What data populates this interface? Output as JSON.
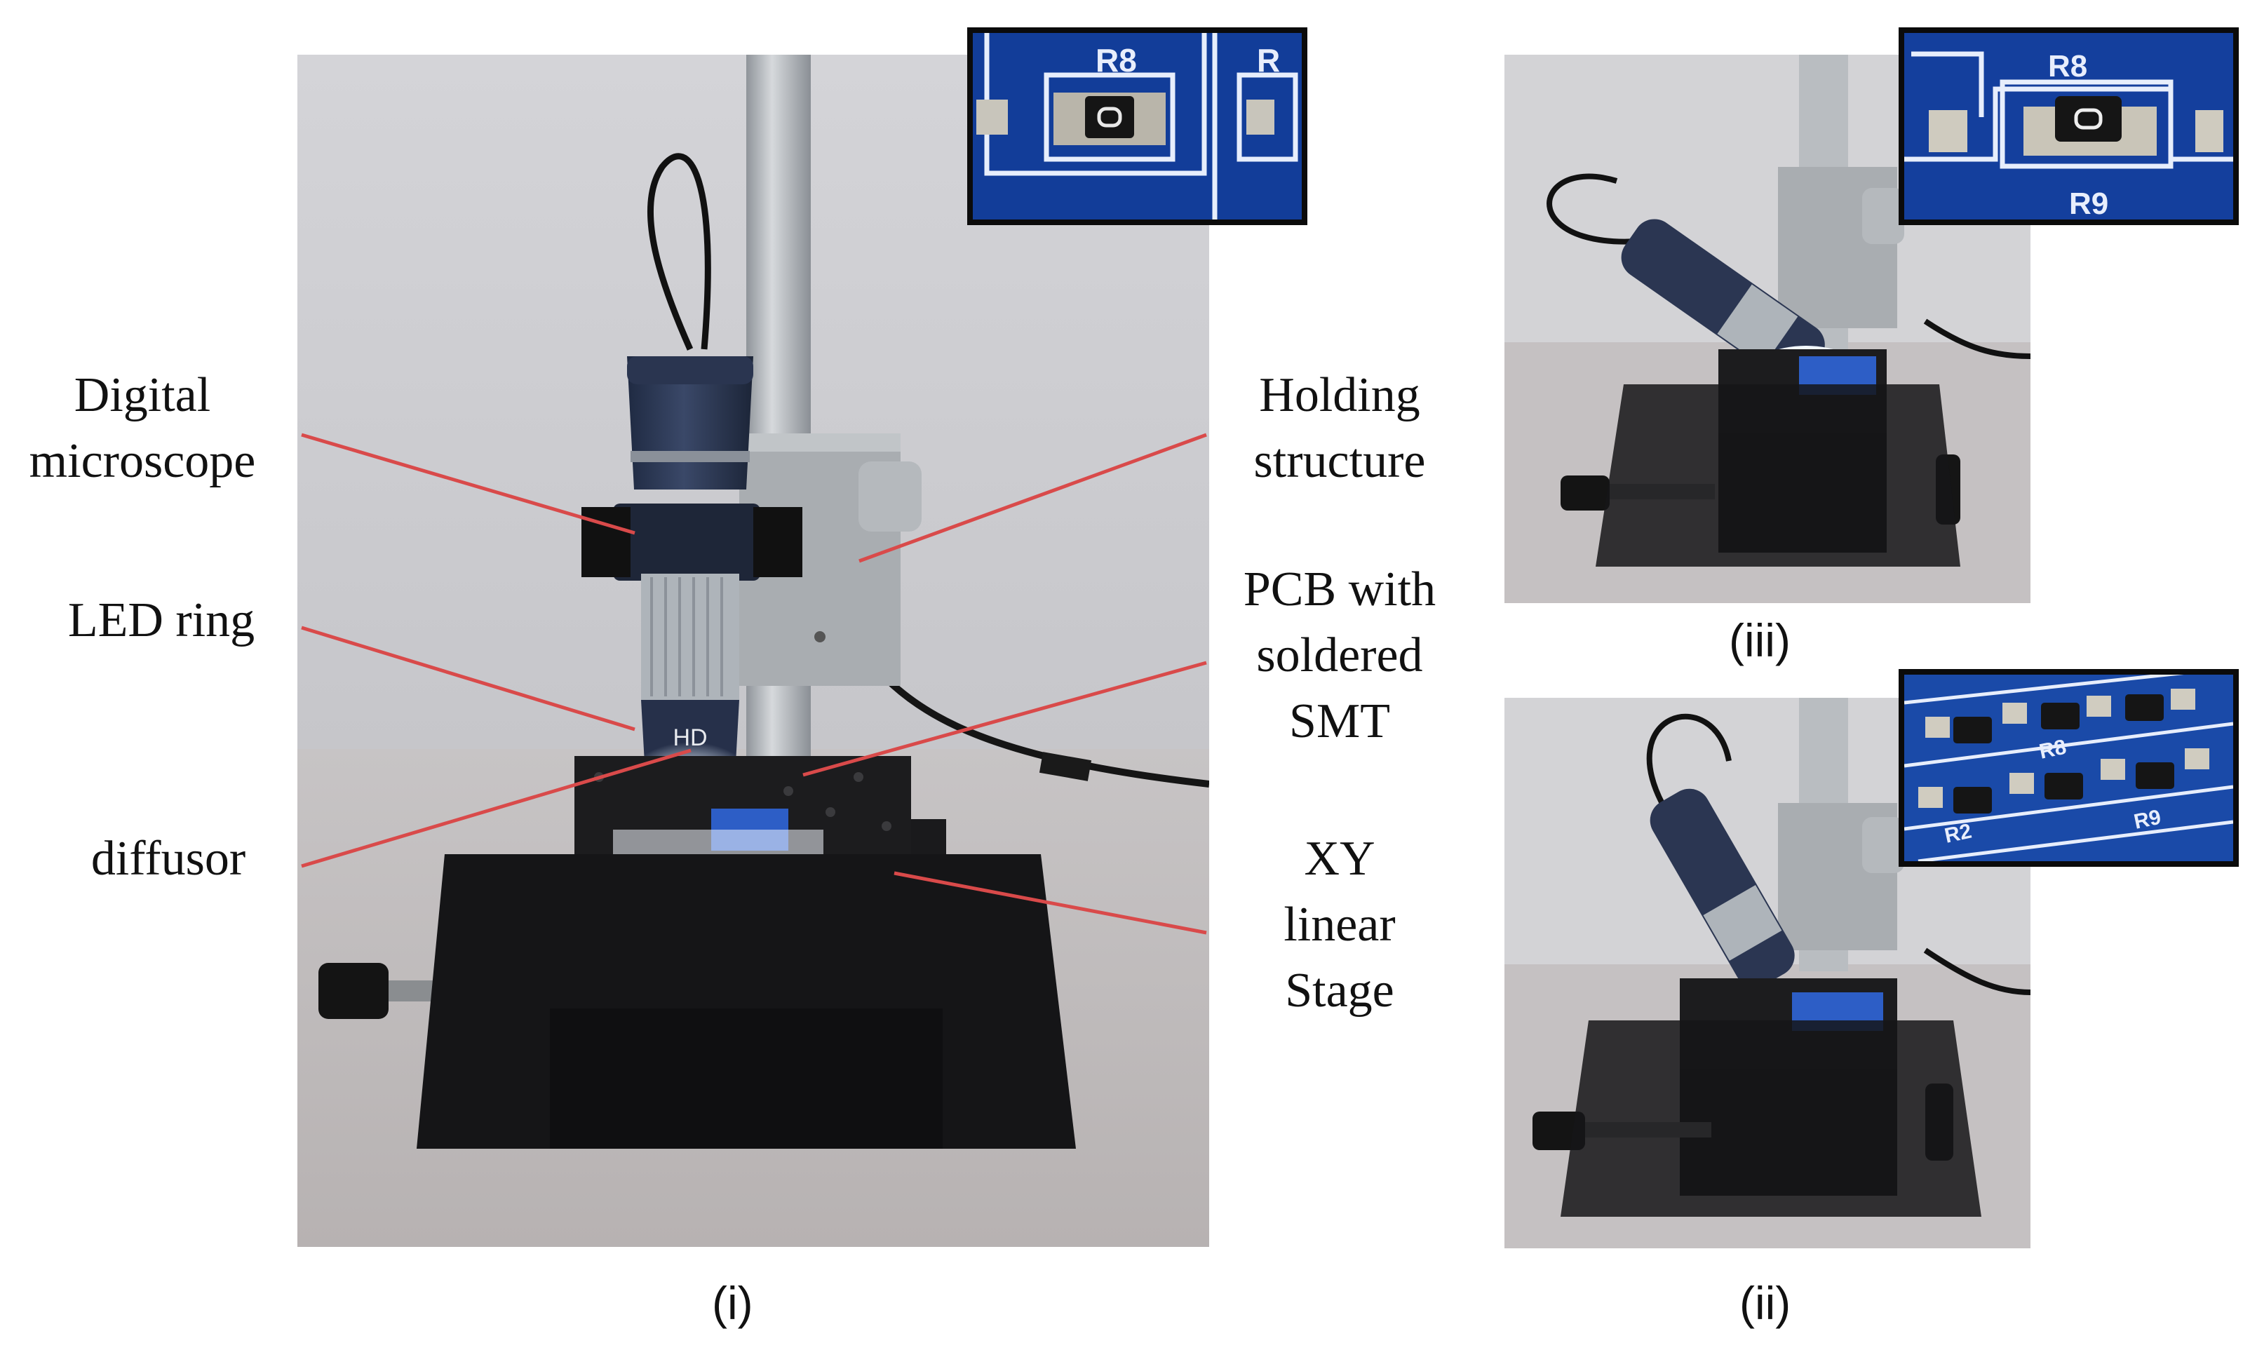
{
  "figure": {
    "panels": [
      {
        "id": "main",
        "caption": "(i)"
      },
      {
        "id": "top-right",
        "caption": "(iii)"
      },
      {
        "id": "bottom-right",
        "caption": "(ii)"
      }
    ],
    "labels": {
      "digital_microscope": [
        "Digital",
        "microscope"
      ],
      "led_ring": "LED ring",
      "diffusor": "diffusor",
      "holding_structure": [
        "Holding",
        "structure"
      ],
      "pcb": [
        "PCB with",
        "soldered",
        "SMT"
      ],
      "xy_stage": [
        "XY",
        "linear",
        "Stage"
      ]
    },
    "pcb_silkscreen": {
      "main_inset": [
        "R8",
        "R"
      ],
      "top_inset": [
        "R8",
        "R9"
      ],
      "bottom_inset": [
        "R8",
        "R2",
        "R9"
      ]
    },
    "device_marking": "HD",
    "colors": {
      "leader_line": "#d94a4a",
      "pcb_blue": "#1a4aa8",
      "microscope_body": "#2e3a55"
    }
  }
}
